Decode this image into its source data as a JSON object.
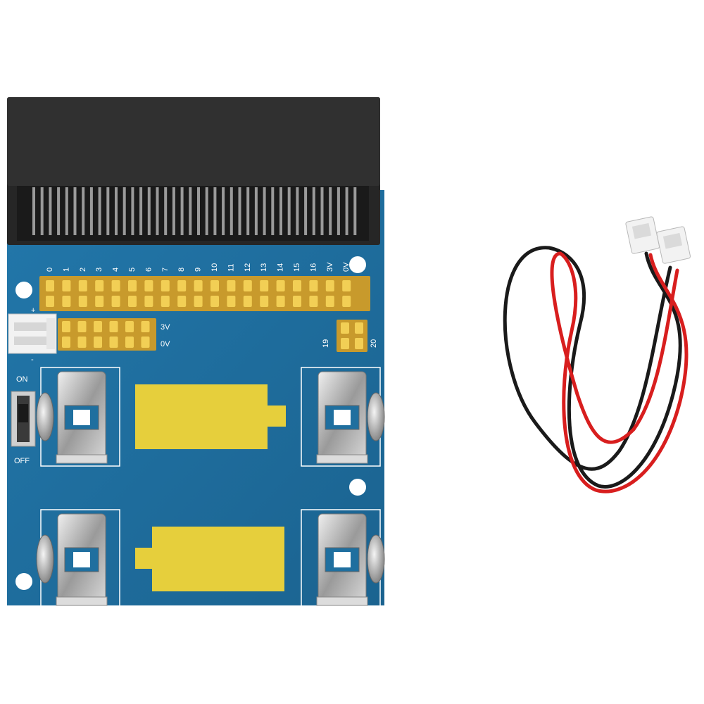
{
  "board": {
    "pin_labels": [
      "0",
      "1",
      "2",
      "3",
      "4",
      "5",
      "6",
      "7",
      "8",
      "9",
      "10",
      "11",
      "12",
      "13",
      "14",
      "15",
      "16",
      "3V",
      "0V"
    ],
    "rail_labels": {
      "top": "3V",
      "bottom": "0V"
    },
    "small_header_labels": {
      "left": "19",
      "right": "20"
    },
    "switch_labels": {
      "on": "ON",
      "off": "OFF"
    },
    "polarity_labels": {
      "plus": "+",
      "minus": "-"
    }
  },
  "colors": {
    "pcb": "#1f6f9f",
    "edge_connector": "#2a2a2a",
    "header_pins": "#e0b93a",
    "battery_pad": "#e6cf3c",
    "wire_red": "#d81e1e",
    "wire_black": "#1a1a1a",
    "jst_plug": "#f2f2f2"
  }
}
